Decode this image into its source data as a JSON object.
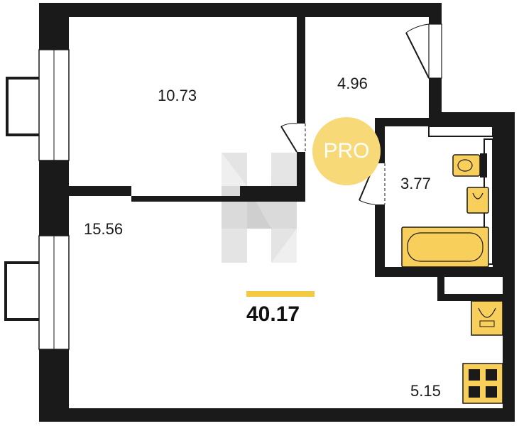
{
  "rooms": [
    {
      "name": "room-bedroom",
      "area": "10.73"
    },
    {
      "name": "room-hallway",
      "area": "4.96"
    },
    {
      "name": "room-bathroom",
      "area": "3.77"
    },
    {
      "name": "room-living",
      "area": "15.56"
    },
    {
      "name": "room-kitchen",
      "area": "5.15"
    }
  ],
  "total_area": "40.17",
  "badge": "PRO",
  "colors": {
    "wall": "#1a1a1a",
    "fixture": "#f9cf5c",
    "accent_bar": "#f6c945",
    "badge": "#f7d978",
    "watermark": "#c9c9c9"
  },
  "icons": [
    "watermark-logo-icon",
    "toilet-icon",
    "sink-icon",
    "bathtub-icon",
    "kitchen-sink-icon",
    "cooktop-icon",
    "window-icon",
    "door-swing-icon"
  ]
}
